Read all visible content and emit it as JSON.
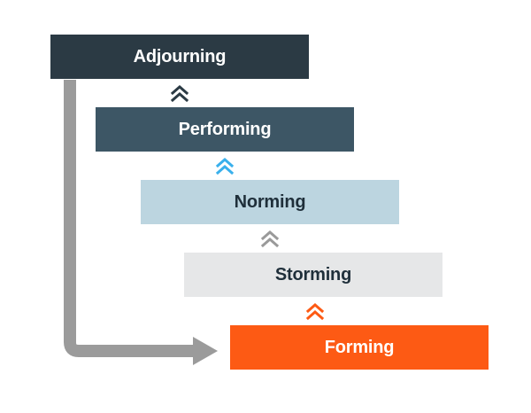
{
  "stages": [
    {
      "label": "Adjourning",
      "bg": "#2b3a44",
      "fg": "#ffffff"
    },
    {
      "label": "Performing",
      "bg": "#3d5665",
      "fg": "#ffffff"
    },
    {
      "label": "Norming",
      "bg": "#bcd5e0",
      "fg": "#1f2f3a"
    },
    {
      "label": "Storming",
      "bg": "#e6e7e8",
      "fg": "#1f2f3a"
    },
    {
      "label": "Forming",
      "bg": "#fd5a14",
      "fg": "#ffffff"
    }
  ],
  "chevrons": [
    {
      "icon": "double-chevron-up-icon",
      "color": "#2b3a44"
    },
    {
      "icon": "double-chevron-up-icon",
      "color": "#39b0ec"
    },
    {
      "icon": "double-chevron-up-icon",
      "color": "#9a9a9a"
    },
    {
      "icon": "double-chevron-up-icon",
      "color": "#fd5a14"
    }
  ],
  "return_arrow": {
    "icon": "return-arrow-icon",
    "color": "#9b9b9b"
  }
}
